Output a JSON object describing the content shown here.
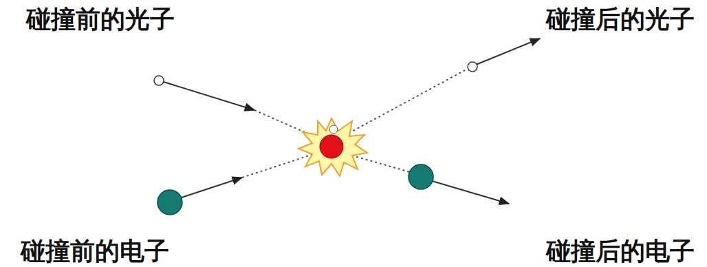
{
  "diagram": {
    "labels": [
      "碰撞前的光子",
      "碰撞后的光子",
      "碰撞前的电子",
      "碰撞后的电子"
    ]
  }
}
